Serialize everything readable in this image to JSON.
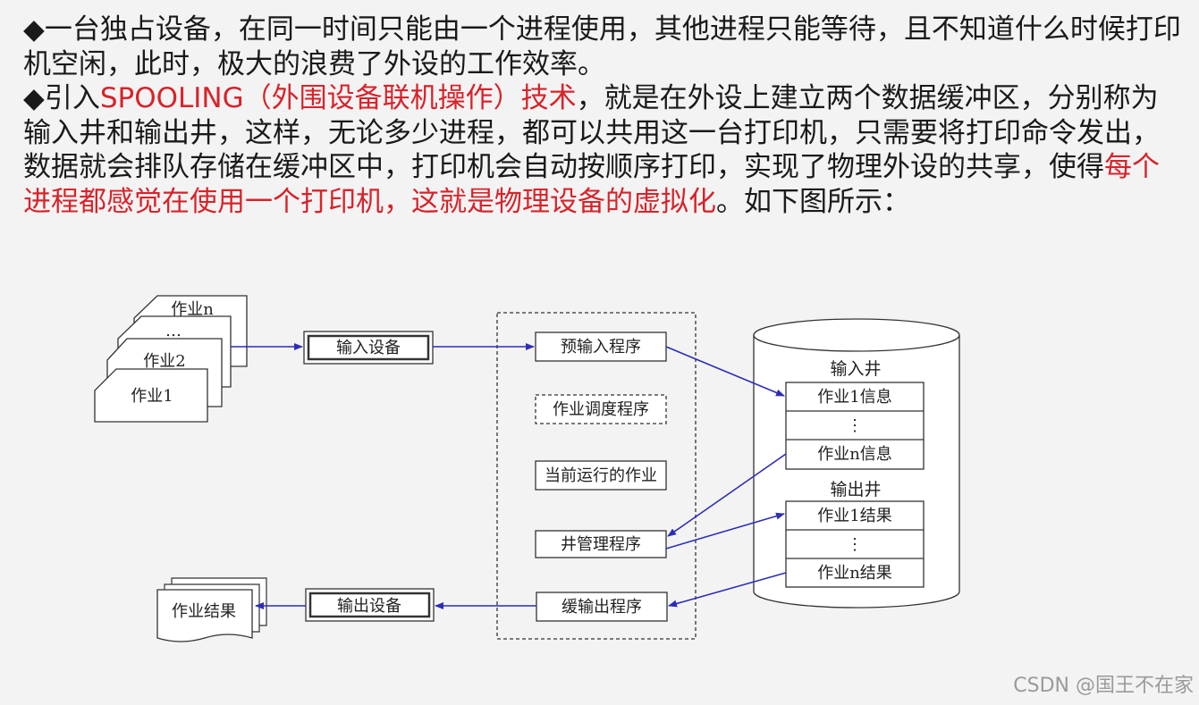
{
  "paragraphs": [
    {
      "bullet": "◆",
      "segments": [
        {
          "text": "一台独占设备，在同一时间只能由一个进程使用，其他进程只能等待，且不知道什么时候打印机空闲，此时，极大的浪费了外设的工作效率。",
          "color": "normal"
        }
      ]
    },
    {
      "bullet": "◆",
      "segments": [
        {
          "text": "引入",
          "color": "normal"
        },
        {
          "text": "SPOOLING（外围设备联机操作）技术",
          "color": "red"
        },
        {
          "text": "，就是在外设上建立两个数据缓冲区，分别称为输入井和输出井，这样，无论多少进程，都可以共用这一台打印机，只需要将打印命令发出，数据就会排队存储在缓冲区中，打印机会自动按顺序打印，实现了物理外设的共享，使得",
          "color": "normal"
        },
        {
          "text": "每个进程都感觉在使用一个打印机，这就是物理设备的虚拟化",
          "color": "red"
        },
        {
          "text": "。如下图所示：",
          "color": "normal"
        }
      ]
    }
  ],
  "diagram": {
    "input_jobs": [
      "作业1",
      "作业2",
      "…",
      "作业n"
    ],
    "input_device": "输入设备",
    "output_device": "输出设备",
    "output_result": "作业结果",
    "programs": {
      "pre_input": "预输入程序",
      "scheduler": "作业调度程序",
      "current_job": "当前运行的作业",
      "well_manager": "井管理程序",
      "buffered_output": "缓输出程序"
    },
    "input_well": {
      "title": "输入井",
      "rows": [
        "作业1信息",
        "⋮",
        "作业n信息"
      ]
    },
    "output_well": {
      "title": "输出井",
      "rows": [
        "作业1结果",
        "⋮",
        "作业n结果"
      ]
    },
    "arrow_color": "#2d2db8"
  },
  "watermark": "CSDN @国王不在家"
}
